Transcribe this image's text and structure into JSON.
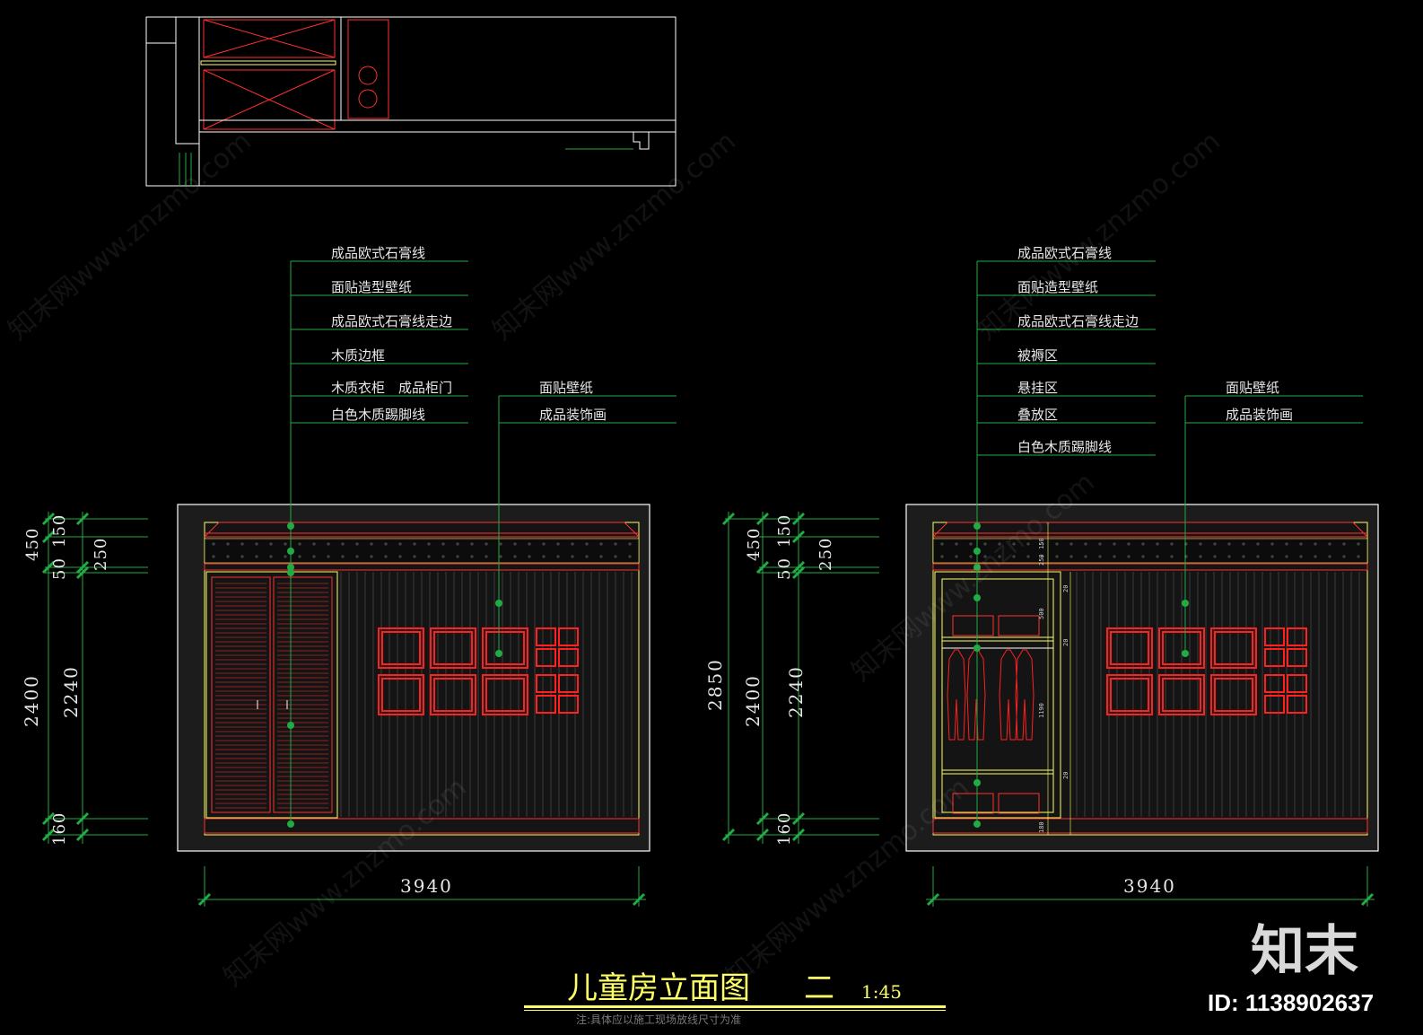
{
  "drawing": {
    "title": "儿童房立面图",
    "title_suffix": "二",
    "scale": "1:45",
    "note": "注:具体应以施工现场放线尺寸为准"
  },
  "elevations": [
    {
      "labels_main": [
        "成品欧式石膏线",
        "面贴造型壁纸",
        "成品欧式石膏线走边",
        "木质边框",
        "木质衣柜　成品柜门",
        "白色木质踢脚线"
      ],
      "labels_side": [
        "面贴壁纸",
        "成品装饰画"
      ],
      "dims_left": {
        "d450": "450",
        "d150": "150",
        "d50": "50",
        "d250": "250",
        "d2400": "2400",
        "d2240": "2240",
        "d160": "160"
      },
      "width": "3940"
    },
    {
      "labels_main": [
        "成品欧式石膏线",
        "面贴造型壁纸",
        "成品欧式石膏线走边",
        "被褥区",
        "悬挂区",
        "叠放区",
        "白色木质踢脚线"
      ],
      "labels_side": [
        "面贴壁纸",
        "成品装饰画"
      ],
      "dims_left": {
        "d450": "450",
        "d150": "150",
        "d50": "50",
        "d250": "250",
        "d2850": "2850",
        "d2400": "2400",
        "d2240": "2240",
        "d160": "160"
      },
      "width": "3940",
      "inner_dims": [
        "150",
        "250",
        "20",
        "500",
        "20",
        "1190",
        "20",
        "180"
      ]
    }
  ],
  "watermark": {
    "logo_text": "知末",
    "id_text": "ID: 1138902637",
    "site": "知末网www.znzmo.com"
  },
  "colors": {
    "frame": "#ffff66",
    "accent": "#ff2020",
    "leader": "#22aa44",
    "line": "#ffffff"
  }
}
